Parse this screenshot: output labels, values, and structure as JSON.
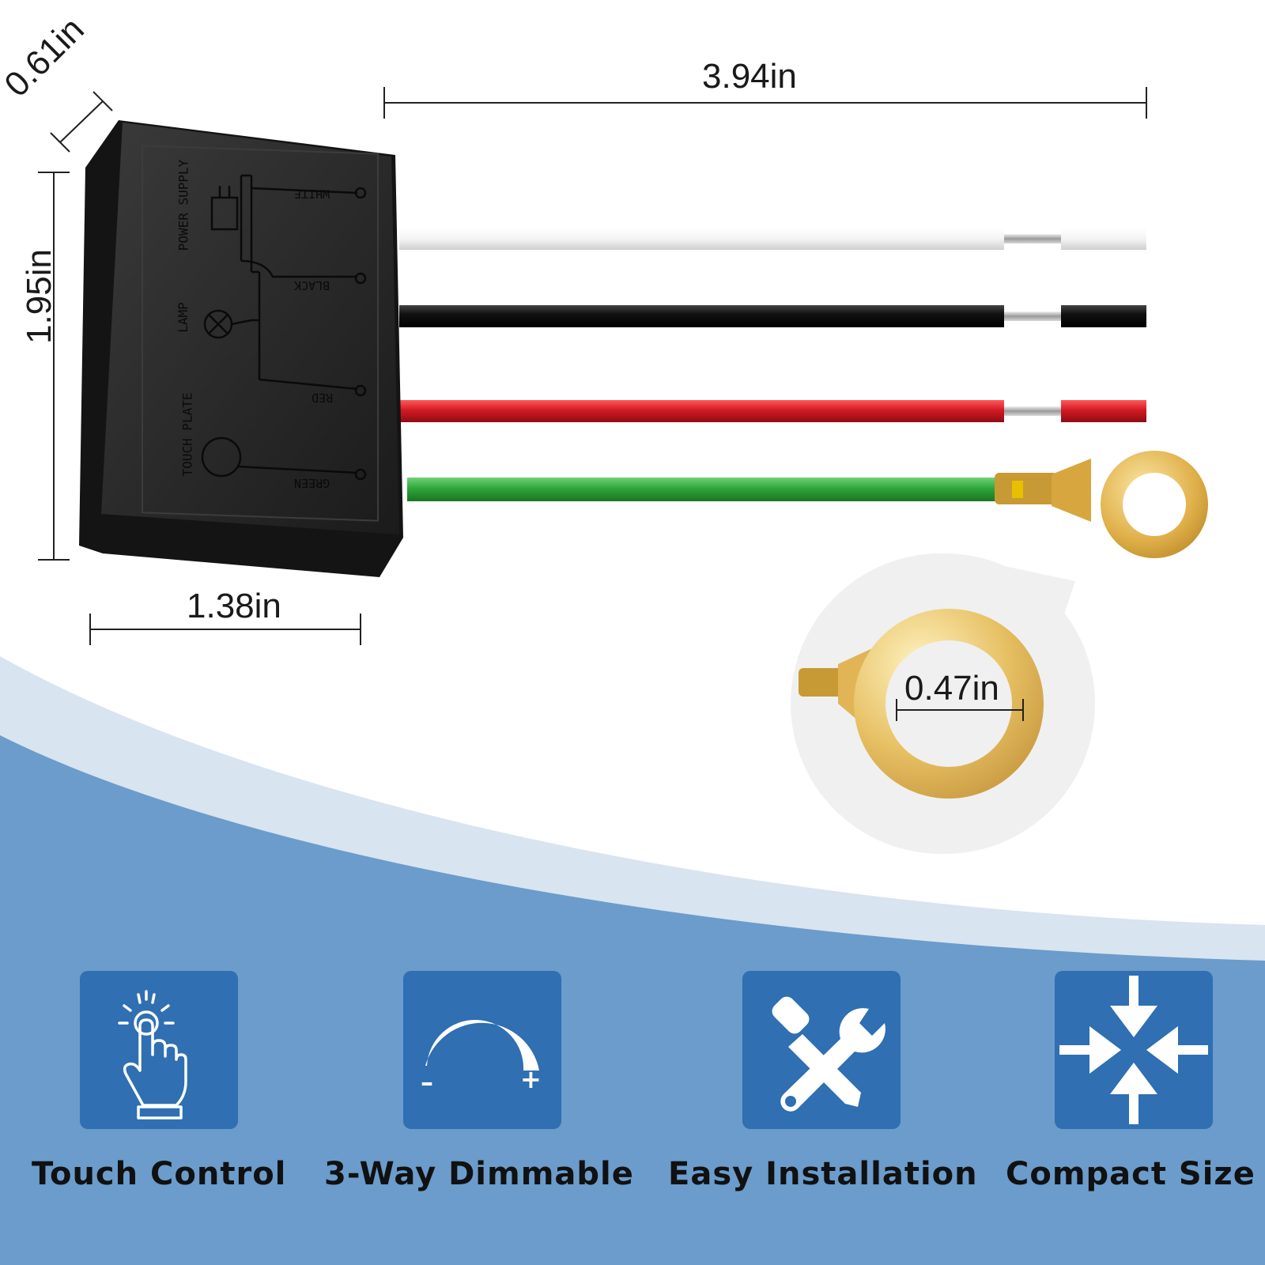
{
  "dimensions": {
    "depth": "0.61in",
    "length": "3.94in",
    "height": "1.95in",
    "width": "1.38in",
    "ring": "0.47in"
  },
  "module_labels": {
    "power_supply": "POWER SUPPLY",
    "lamp": "LAMP",
    "touch_plate": "TOUCH PLATE",
    "white": "WHITE",
    "black": "BLACK",
    "red": "RED",
    "green": "GREEN"
  },
  "features": [
    {
      "label": "Touch Control",
      "icon": "touch-hand-icon"
    },
    {
      "label": "3-Way Dimmable",
      "icon": "dimmer-arc-icon",
      "minus": "–",
      "plus": "+"
    },
    {
      "label": "Easy Installation",
      "icon": "tools-icon"
    },
    {
      "label": "Compact Size",
      "icon": "compress-arrows-icon"
    }
  ],
  "colors": {
    "wire_white": "#f2f2f2",
    "wire_black": "#111111",
    "wire_red": "#d41a24",
    "wire_green": "#2ea83a",
    "feature_tile": "#2f6fb2",
    "band": "#6b9ccb",
    "band_light": "#d8e4f0",
    "brass": "#e0b04a"
  }
}
